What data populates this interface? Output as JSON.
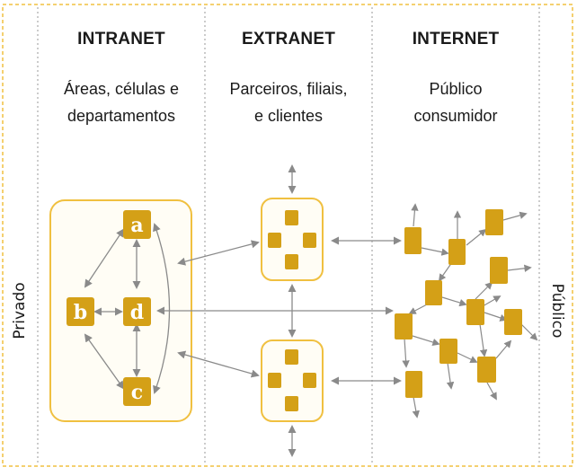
{
  "columns": [
    {
      "title": "INTRANET",
      "subtitle_line1": "Áreas, células e",
      "subtitle_line2": "departamentos"
    },
    {
      "title": "EXTRANET",
      "subtitle_line1": "Parceiros, filiais,",
      "subtitle_line2": "e clientes"
    },
    {
      "title": "INTERNET",
      "subtitle_line1": "Público",
      "subtitle_line2": "consumidor"
    }
  ],
  "side_labels": {
    "left": "Privado",
    "right": "Público"
  },
  "intranet_nodes": {
    "a": "a",
    "b": "b",
    "c": "c",
    "d": "d"
  },
  "colors": {
    "node_fill": "#d4a017",
    "group_border": "#f0c040",
    "group_fill": "#fffdf5",
    "outer_border": "#f0c040",
    "divider": "#999999",
    "arrow": "#8a8a8a"
  }
}
